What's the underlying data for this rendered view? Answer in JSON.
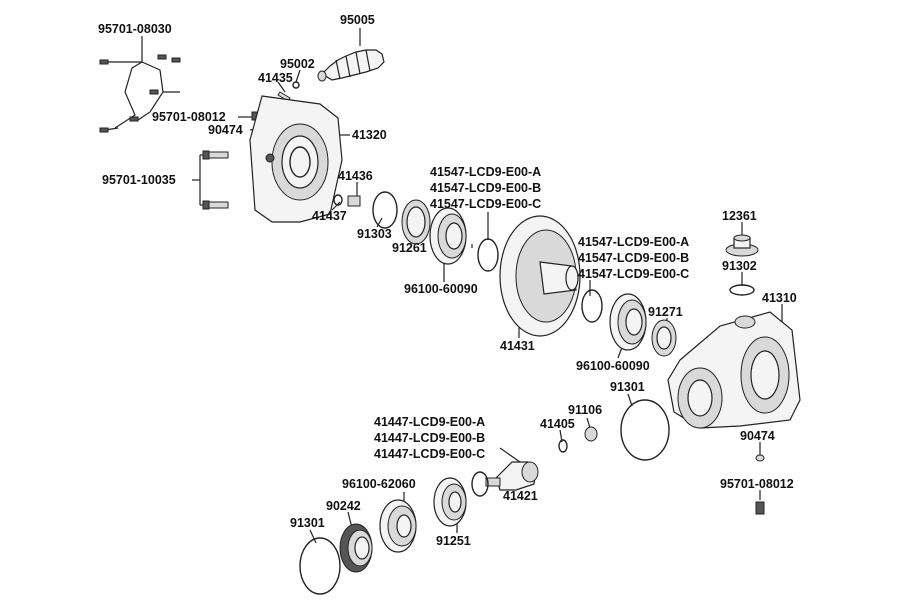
{
  "labels": {
    "p95701_08030": "95701-08030",
    "p95005": "95005",
    "p95002": "95002",
    "p41435": "41435",
    "p95701_08012_top": "95701-08012",
    "p90474_top": "90474",
    "p41320": "41320",
    "p95701_10035": "95701-10035",
    "p41436": "41436",
    "p41437": "41437",
    "p91303": "91303",
    "p91261": "91261",
    "p41547_a1": "41547-LCD9-E00-A",
    "p41547_b1": "41547-LCD9-E00-B",
    "p41547_c1": "41547-LCD9-E00-C",
    "p96100_60090_1": "96100-60090",
    "p41431": "41431",
    "p41547_a2": "41547-LCD9-E00-A",
    "p41547_b2": "41547-LCD9-E00-B",
    "p41547_c2": "41547-LCD9-E00-C",
    "p12361": "12361",
    "p91302": "91302",
    "p41310": "41310",
    "p91271": "91271",
    "p96100_60090_2": "96100-60090",
    "p91301_right": "91301",
    "p91106": "91106",
    "p41405": "41405",
    "p41447_a": "41447-LCD9-E00-A",
    "p41447_b": "41447-LCD9-E00-B",
    "p41447_c": "41447-LCD9-E00-C",
    "p90474_right": "90474",
    "p95701_08012_right": "95701-08012",
    "p96100_62060": "96100-62060",
    "p41421": "41421",
    "p90242": "90242",
    "p91301_left": "91301",
    "p91251": "91251"
  }
}
